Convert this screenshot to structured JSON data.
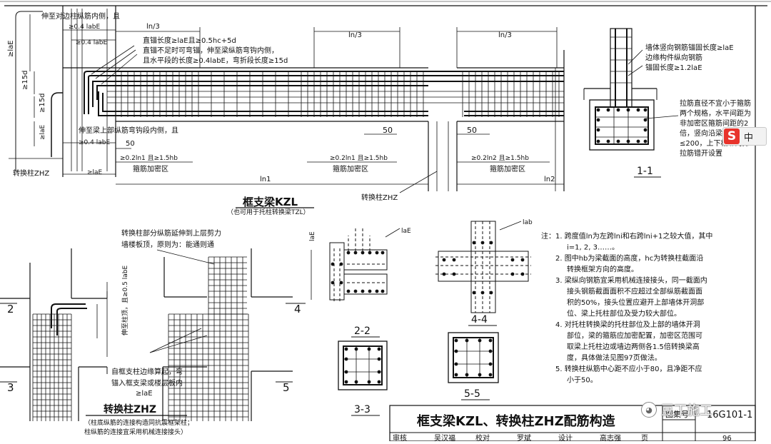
{
  "main_beam": {
    "top_note": "伸至对边柱纵筋内侧，且",
    "top_anchor": "≥0.4 labE",
    "anchor_note_1": "直锚长度≥laE且≥0.5hc+5d",
    "anchor_note_2": "直锚不足时可弯锚，伸至梁纵筋弯钩内侧，",
    "anchor_note_3": "且水平段的长度≥0.4labE，弯折段长度≥15d",
    "ln_third": "ln/3",
    "dim_15d": "≥15d",
    "dim_lae": "≥laE",
    "bot_note_1": "伸至梁上部纵筋弯钩段内侧，且",
    "bot_note_2": "≥0.4 labE",
    "dim_50": "50",
    "dense_zone_dim": "≥0.2ln1 且≥1.5hb",
    "dense_zone_dim_2": "≥0.2ln2 且≥1.5hb",
    "dense_zone": "箍筋加密区",
    "ln1": "ln1",
    "ln2": "ln2",
    "col_label": "转换柱ZHZ",
    "beam_title": "框支梁KZL",
    "beam_subtitle": "（也可用于托柱转换梁TZL）"
  },
  "section_1_1": {
    "note_1": "墙体竖向钢筋锚固长度≥laE",
    "note_2": "边缘构件纵向钢筋",
    "note_3": "锚固长度≥1.2laE",
    "tie_1": "拉筋直径不宜小于箍筋",
    "tie_2": "两个规格，水平间距为",
    "tie_3": "非加密区箍筋间距的2",
    "tie_4": "倍，竖向沿梁高间距",
    "tie_5": "≤200，上下相邻两排",
    "tie_6": "拉筋错开设置",
    "label": "1-1"
  },
  "column_detail": {
    "note_1": "转换柱部分纵筋延伸到上层剪力",
    "note_2": "墙楼板顶，原则为：能通则通",
    "stub": "伸至柱顶，且≥0.5 labE",
    "note_3": "自框支柱边缘算起，弯",
    "note_4": "锚入框支梁或楼层板内",
    "note_5": "≥laE",
    "mark_2": "2",
    "mark_3": "3",
    "mark_4": "4",
    "mark_5": "5",
    "title": "转换柱ZHZ",
    "sub_1": "（柱底纵筋的连接构造同抗震框架柱；",
    "sub_2": "柱纵筋的连接宜采用机械连接接头）"
  },
  "sections": {
    "s22": "2-2",
    "s33": "3-3",
    "s44": "4-4",
    "s55": "5-5",
    "lae": "laE",
    "lab": "lab"
  },
  "notes": {
    "lines": [
      "注：1. 跨度值ln为左跨lni和右跨lni+1之较大值，其中",
      "i=1, 2, 3……。",
      "2. 图中hb为梁截面的高度，hc为转换柱截面沿",
      "转换框架方向的高度。",
      "3. 梁纵向钢筋宜采用机械连接接头，同一截面内",
      "接头钢筋截面面积不应超过全部纵筋截面面",
      "积的50%，接头位置应避开上部墙体开洞部",
      "位、梁上托柱部位及受力较大部位。",
      "4. 对托柱转换梁的托柱部位及上部的墙体开洞",
      "部位，梁的箍筋应加密配置，加密区范围可",
      "取梁上托柱边或墙边两侧各1.5倍转换梁高",
      "度，具体做法见图97页做法。",
      "5. 转换柱纵筋中心距不应小于80，且净距不应",
      "小于50。"
    ]
  },
  "title_block": {
    "title": "框支梁KZL、转换柱ZHZ配筋构造",
    "atlas_label": "图集号",
    "atlas_no": "16G101-1",
    "row_labels": [
      "审核",
      "吴汉福",
      "校对",
      "罗斌",
      "设计",
      "高志强",
      "页"
    ],
    "page_no": "96"
  },
  "overlays": {
    "ime_s": "S",
    "ime_zh": "中",
    "watermark": "豆丁施工"
  }
}
